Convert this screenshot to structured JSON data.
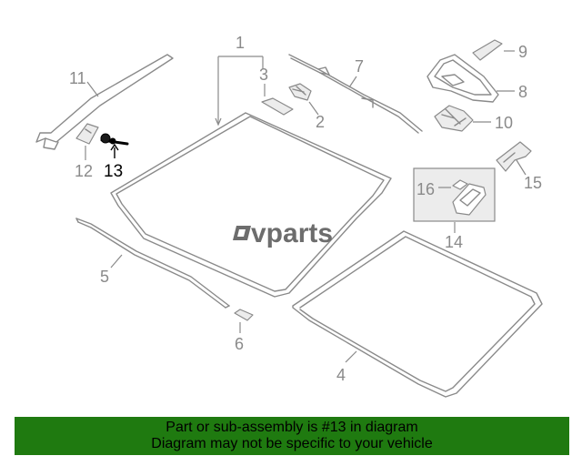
{
  "diagram": {
    "callouts": {
      "c1": "1",
      "c2": "2",
      "c3": "3",
      "c4": "4",
      "c5": "5",
      "c6": "6",
      "c7": "7",
      "c8": "8",
      "c9": "9",
      "c10": "10",
      "c11": "11",
      "c12": "12",
      "c13": "13",
      "c14": "14",
      "c15": "15",
      "c16": "16"
    },
    "highlighted_part": "13",
    "watermark": "vparts",
    "colors": {
      "line": "#8a8a8a",
      "highlight": "#000000",
      "banner": "#1f7a10"
    }
  },
  "banner": {
    "line1": "Part or sub-assembly is #13 in diagram",
    "line2": "Diagram may not be specific to your vehicle"
  }
}
